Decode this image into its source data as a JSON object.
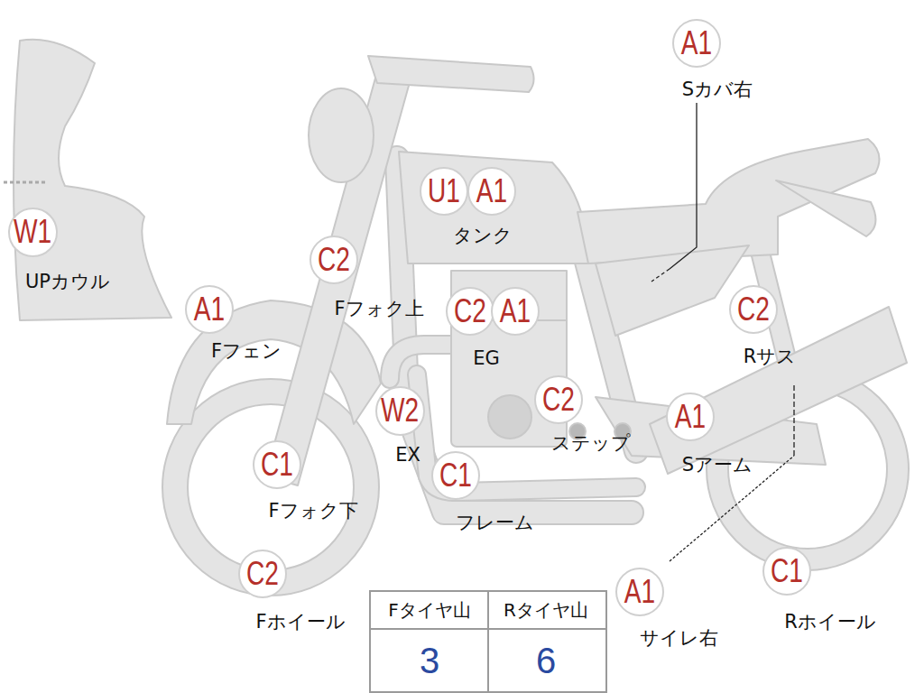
{
  "diagram": {
    "nodes": [
      {
        "text": [
          "A1"
        ]
      },
      {
        "text": [
          "U1"
        ]
      },
      {
        "text": [
          "A1"
        ]
      },
      {
        "text": [
          "W1"
        ]
      },
      {
        "text": [
          "C2"
        ]
      },
      {
        "text": [
          "A1"
        ]
      },
      {
        "text": [
          "C2"
        ]
      },
      {
        "text": [
          "A1"
        ]
      },
      {
        "text": [
          "C2"
        ]
      },
      {
        "text": [
          "W2"
        ]
      },
      {
        "text": [
          "C2"
        ]
      },
      {
        "text": [
          "A1"
        ]
      },
      {
        "text": [
          "C1"
        ]
      },
      {
        "text": [
          "C1"
        ]
      },
      {
        "text": [
          "C2"
        ]
      },
      {
        "text": [
          "A1"
        ]
      },
      {
        "text": [
          "C1"
        ]
      }
    ],
    "labels": [
      "Sカバ右",
      "タンク",
      "UPカウル",
      "Fフォク上",
      "Fフェン",
      "EG",
      "Rサス",
      "EX",
      "ステップ",
      "Sアーム",
      "Fフォク下",
      "フレーム",
      "Fホイール",
      "サイレ右",
      "Rホイール",
      "Fタイヤ山",
      "Rタイヤ山",
      "3",
      "6"
    ]
  }
}
